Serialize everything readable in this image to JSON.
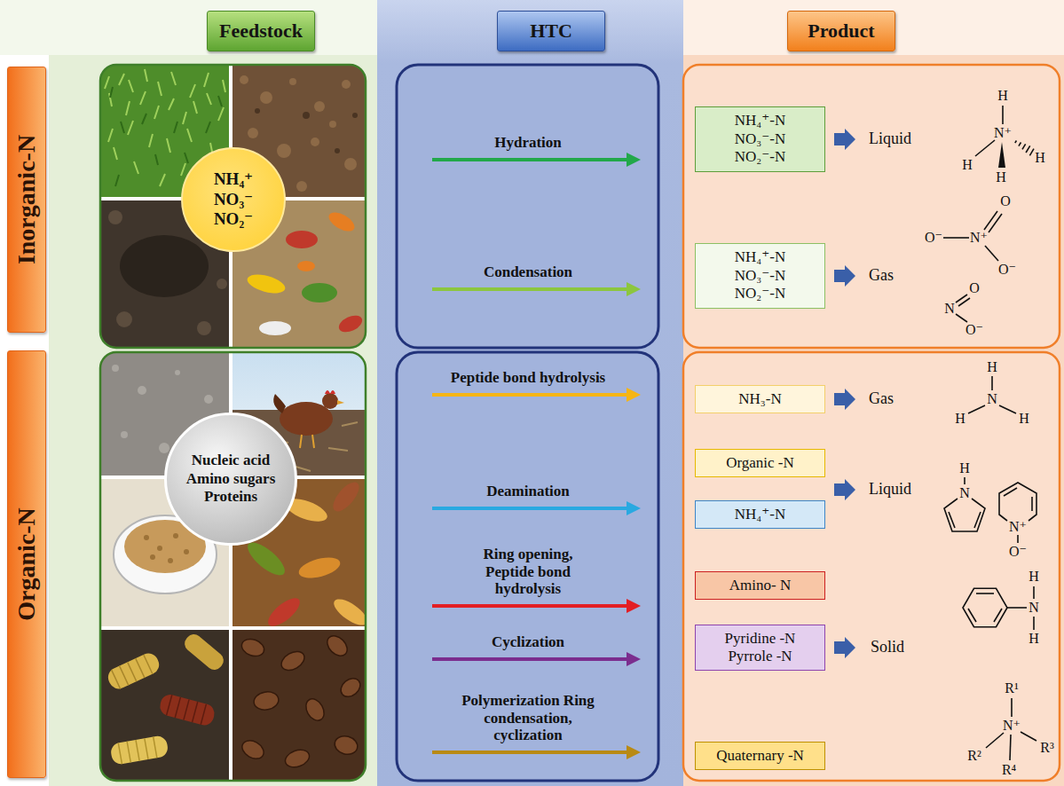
{
  "diagram": {
    "nodes": [
      {
        "text": [
          "Feedstock"
        ]
      },
      {
        "text": [
          "HTC"
        ]
      },
      {
        "text": [
          "Product"
        ]
      },
      {
        "text": [
          "Inorganic-N"
        ]
      },
      {
        "text": [
          "NH₄⁺ NO₃⁻ NO₂⁻"
        ]
      },
      {
        "text": [
          "NH₄⁺-N NO₃⁻-N NO₂⁻-N"
        ]
      },
      {
        "text": [
          "NH₄⁺-N NO₃⁻-N NO₂⁻-N"
        ]
      },
      {
        "text": [
          "Organic-N"
        ]
      },
      {
        "text": [
          "Nucleic acid Amino sugars Proteins"
        ]
      },
      {
        "text": [
          "NH₃-N"
        ]
      },
      {
        "text": [
          "Organic -N"
        ]
      },
      {
        "text": [
          "NH₄⁺-N"
        ]
      },
      {
        "text": [
          "Amino- N"
        ]
      },
      {
        "text": [
          "Pyridine -N Pyrrole -N"
        ]
      },
      {
        "text": [
          "Quaternary -N"
        ]
      }
    ],
    "labels": [
      "Hydration",
      "Condensation",
      "Peptide bond hydrolysis",
      "Deamination",
      "Ring opening, Peptide bond hydrolysis",
      "Cyclization",
      "Polymerization Ring condensation, cyclization",
      "Liquid",
      "H",
      "N⁺",
      "H",
      "H",
      "H",
      "Gas",
      "O",
      "O⁻",
      "N⁺",
      "O⁻",
      "O",
      "N",
      "O⁻",
      "Gas",
      "H",
      "N",
      "H",
      "H",
      "Liquid",
      "H",
      "N",
      "N⁺",
      "O⁻",
      "H",
      "N",
      "H",
      "Solid",
      "R¹",
      "N⁺",
      "R²",
      "R³",
      "R⁴"
    ]
  }
}
